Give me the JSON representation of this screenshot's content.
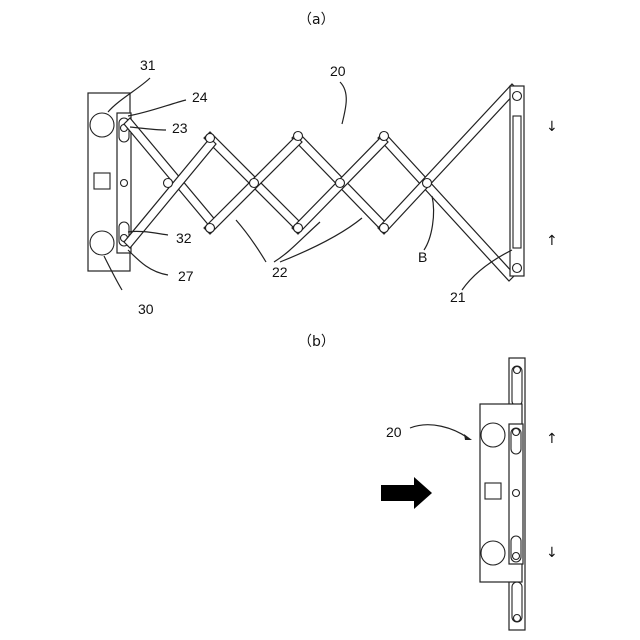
{
  "panel_a": {
    "caption": "（a）",
    "labels": {
      "l20": "20",
      "l31": "31",
      "l24": "24",
      "l23": "23",
      "l32": "32",
      "l27": "27",
      "l30": "30",
      "l22": "22",
      "lB": "B",
      "l21": "21"
    },
    "arrow_top": "↓",
    "arrow_bottom": "↑"
  },
  "panel_b": {
    "caption": "（b）",
    "label_20": "20",
    "arrow_top": "↑",
    "arrow_bottom": "↓"
  }
}
